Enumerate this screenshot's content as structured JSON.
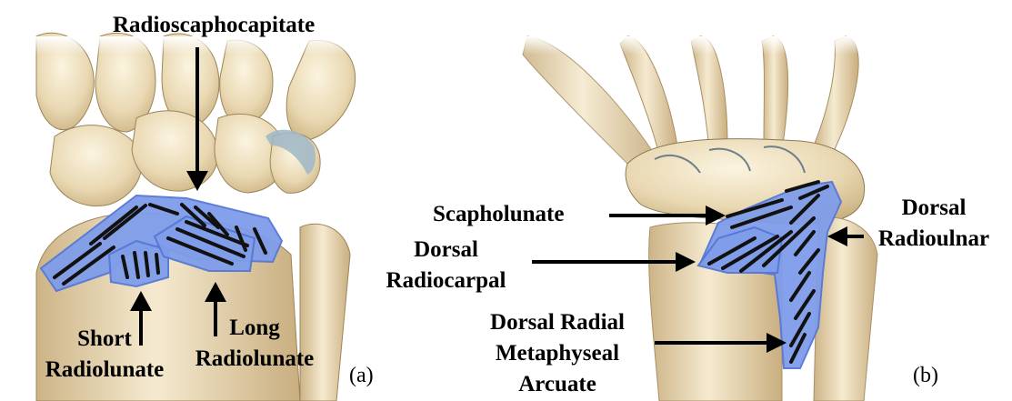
{
  "panels": {
    "a": {
      "tag": "(a)",
      "labels": {
        "radioscaphocapitate": "Radioscaphocapitate",
        "short_radiolunate": "Short\nRadiolunate",
        "long_radiolunate": "Long\nRadiolunate"
      }
    },
    "b": {
      "tag": "(b)",
      "labels": {
        "scapholunate": "Scapholunate",
        "dorsal_radiocarpal": "Dorsal\nRadiocarpal",
        "dorsal_radioulnar": "Dorsal\nRadioulnar",
        "dorsal_radial_metaphyseal_arcuate": "Dorsal Radial\nMetaphyseal\nArcuate"
      }
    }
  },
  "colors": {
    "ligament_fill": "#7f9dea",
    "ligament_edge": "#5677d6",
    "stripe": "#111111",
    "bone_light": "#f1e6cb",
    "bone_mid": "#d9c49a",
    "bone_shadow": "#9c8558",
    "cartilage": "#9fb7c8"
  }
}
